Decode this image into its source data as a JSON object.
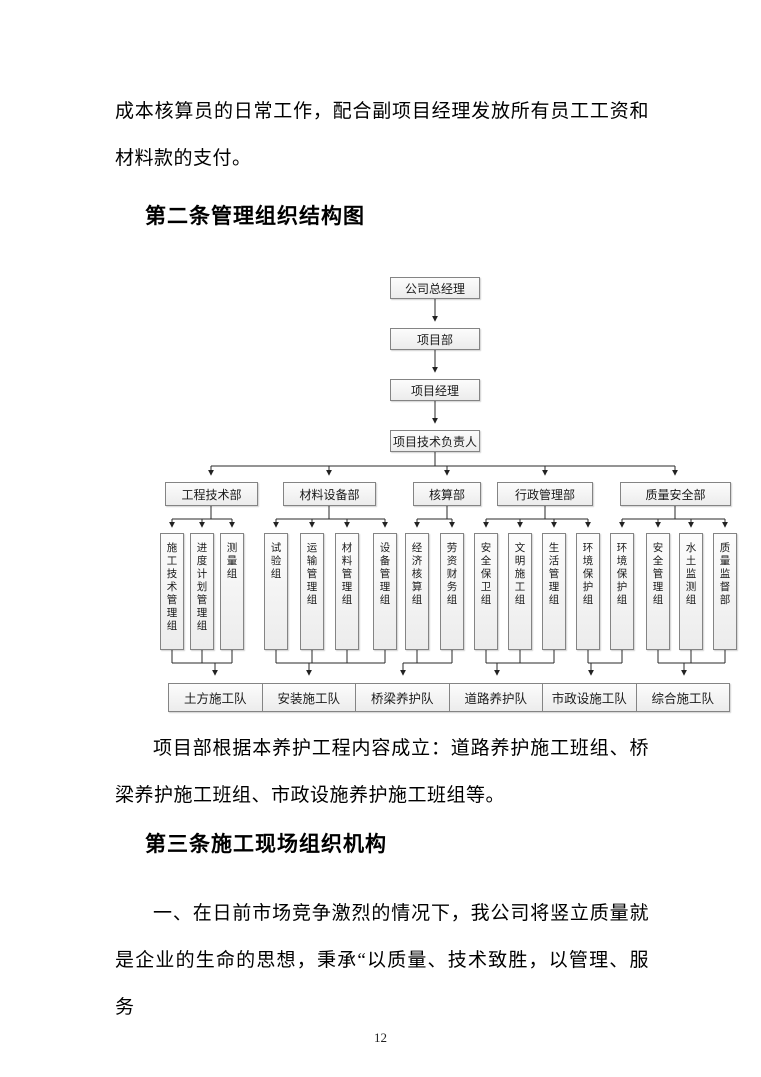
{
  "document": {
    "para_top": "成本核算员的日常工作，配合副项目经理发放所有员工工资和材料款的支付。",
    "heading_section2": "第二条管理组织结构图",
    "para_middle": "项目部根据本养护工程内容成立：道路养护施工班组、桥梁养护施工班组、市政设施养护施工班组等。",
    "heading_section3": "第三条施工现场组织机构",
    "para_bottom": "一、在日前市场竞争激烈的情况下，我公司将竖立质量就是企业的生命的思想，秉承“以质量、技术致胜，以管理、服务",
    "page_number": "12"
  },
  "org_chart": {
    "top_chain": [
      "公司总经理",
      "项目部",
      "项目经理",
      "项目技术负责人"
    ],
    "departments": [
      "工程技术部",
      "材料设备部",
      "核算部",
      "行政管理部",
      "质量安全部"
    ],
    "sub_groups": [
      "施工技术管理组",
      "进度计划管理组",
      "测量组",
      "试验组",
      "运输管理组",
      "材料管理组",
      "设备管理组",
      "经济核算组",
      "劳资财务组",
      "安全保卫组",
      "文明施工组",
      "生活管理组",
      "环境保护组",
      "环境保护组",
      "安全管理组",
      "水土监测组",
      "质量监督部"
    ],
    "crews": [
      "土方施工队",
      "安装施工队",
      "桥梁养护队",
      "道路养护队",
      "市政设施工队",
      "综合施工队"
    ],
    "line_color": "#2a2a2a",
    "box_border_color": "#848484"
  }
}
